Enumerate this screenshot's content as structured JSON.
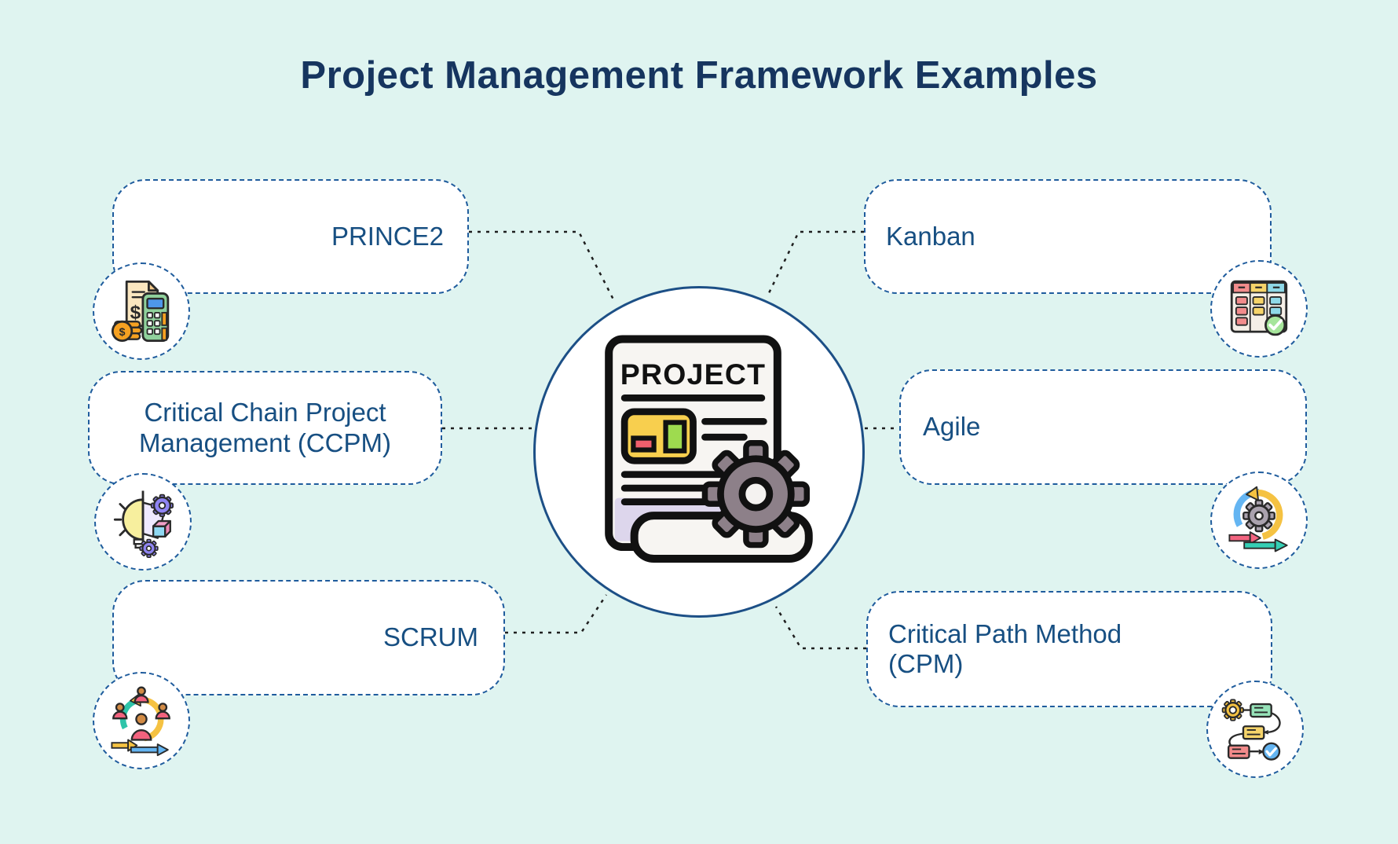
{
  "title": "Project Management Framework Examples",
  "center": {
    "document_title": "PROJECT",
    "icon": "project-document-gear-icon"
  },
  "nodes": [
    {
      "id": "prince2",
      "label": "PRINCE2",
      "icon": "budget-calculator-icon"
    },
    {
      "id": "kanban",
      "label": "Kanban",
      "icon": "kanban-board-icon"
    },
    {
      "id": "ccpm",
      "label": "Critical Chain Project Management (CCPM)",
      "icon": "idea-gears-icon"
    },
    {
      "id": "agile",
      "label": "Agile",
      "icon": "agile-sprint-icon"
    },
    {
      "id": "scrum",
      "label": "SCRUM",
      "icon": "scrum-team-icon"
    },
    {
      "id": "cpm",
      "label": "Critical Path Method (CPM)",
      "icon": "workflow-check-icon"
    }
  ],
  "colors": {
    "background": "#dff4f0",
    "box_fill": "#ffffff",
    "box_border": "#1f5c9d",
    "title": "#16355f",
    "label": "#174f82",
    "connector": "#1f1f1f",
    "center_circle_border": "#1c4f86"
  }
}
